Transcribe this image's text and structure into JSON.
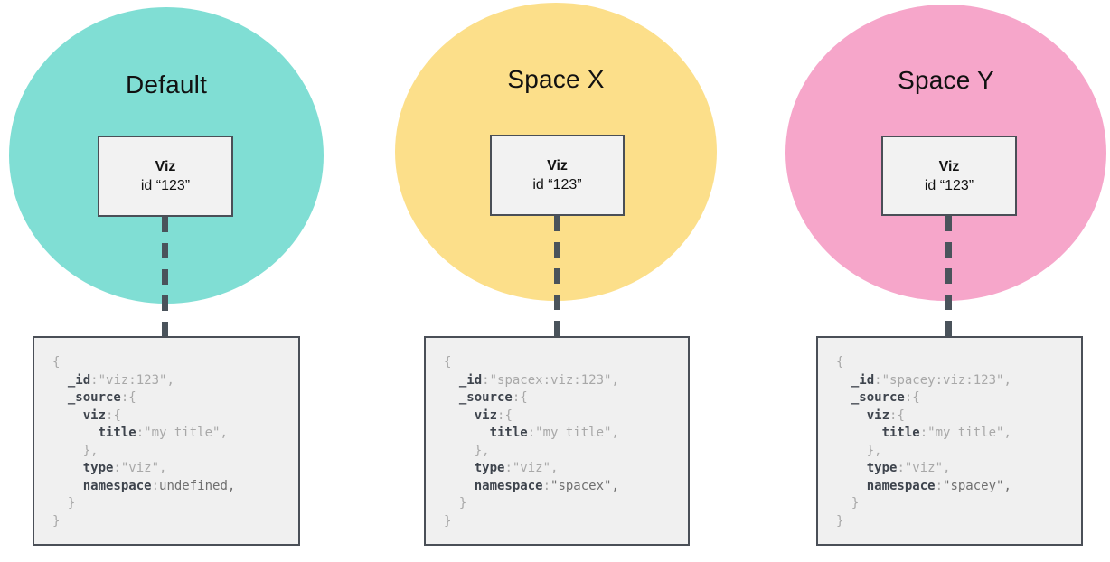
{
  "diagram": {
    "colors": {
      "connector": "#4A535B",
      "box_border": "#4A4F57",
      "code_background": "#F0F0F0",
      "code_key": "#3E444D",
      "code_plain": "#A8A8A8",
      "code_emphasis": "#6F6F6F"
    },
    "spaces": [
      {
        "name": "Default",
        "circle_color": "#80DED4",
        "viz_box": {
          "title": "Viz",
          "id_line": "id “123”"
        },
        "document": {
          "lines": [
            [
              {
                "t": "{",
                "c": "plain"
              }
            ],
            [
              {
                "t": "  ",
                "c": "plain"
              },
              {
                "t": "_id",
                "c": "key"
              },
              {
                "t": ":\"viz:123\",",
                "c": "plain"
              }
            ],
            [
              {
                "t": "  ",
                "c": "plain"
              },
              {
                "t": "_source",
                "c": "key"
              },
              {
                "t": ":{",
                "c": "plain"
              }
            ],
            [
              {
                "t": "    ",
                "c": "plain"
              },
              {
                "t": "viz",
                "c": "key"
              },
              {
                "t": ":{",
                "c": "plain"
              }
            ],
            [
              {
                "t": "      ",
                "c": "plain"
              },
              {
                "t": "title",
                "c": "key"
              },
              {
                "t": ":\"my title\",",
                "c": "plain"
              }
            ],
            [
              {
                "t": "    },",
                "c": "plain"
              }
            ],
            [
              {
                "t": "    ",
                "c": "plain"
              },
              {
                "t": "type",
                "c": "key"
              },
              {
                "t": ":\"viz\",",
                "c": "plain"
              }
            ],
            [
              {
                "t": "    ",
                "c": "plain"
              },
              {
                "t": "namespace",
                "c": "key"
              },
              {
                "t": ":",
                "c": "plain"
              },
              {
                "t": "undefined,",
                "c": "em"
              }
            ],
            [
              {
                "t": "  }",
                "c": "plain"
              }
            ],
            [
              {
                "t": "}",
                "c": "plain"
              }
            ]
          ]
        }
      },
      {
        "name": "Space X",
        "circle_color": "#FCDF8A",
        "viz_box": {
          "title": "Viz",
          "id_line": "id “123”"
        },
        "document": {
          "lines": [
            [
              {
                "t": "{",
                "c": "plain"
              }
            ],
            [
              {
                "t": "  ",
                "c": "plain"
              },
              {
                "t": "_id",
                "c": "key"
              },
              {
                "t": ":\"spacex:viz:123\",",
                "c": "plain"
              }
            ],
            [
              {
                "t": "  ",
                "c": "plain"
              },
              {
                "t": "_source",
                "c": "key"
              },
              {
                "t": ":{",
                "c": "plain"
              }
            ],
            [
              {
                "t": "    ",
                "c": "plain"
              },
              {
                "t": "viz",
                "c": "key"
              },
              {
                "t": ":{",
                "c": "plain"
              }
            ],
            [
              {
                "t": "      ",
                "c": "plain"
              },
              {
                "t": "title",
                "c": "key"
              },
              {
                "t": ":\"my title\",",
                "c": "plain"
              }
            ],
            [
              {
                "t": "    },",
                "c": "plain"
              }
            ],
            [
              {
                "t": "    ",
                "c": "plain"
              },
              {
                "t": "type",
                "c": "key"
              },
              {
                "t": ":\"viz\",",
                "c": "plain"
              }
            ],
            [
              {
                "t": "    ",
                "c": "plain"
              },
              {
                "t": "namespace",
                "c": "key"
              },
              {
                "t": ":",
                "c": "plain"
              },
              {
                "t": "\"spacex\",",
                "c": "em"
              }
            ],
            [
              {
                "t": "  }",
                "c": "plain"
              }
            ],
            [
              {
                "t": "}",
                "c": "plain"
              }
            ]
          ]
        }
      },
      {
        "name": "Space Y",
        "circle_color": "#F6A6CA",
        "viz_box": {
          "title": "Viz",
          "id_line": "id “123”"
        },
        "document": {
          "lines": [
            [
              {
                "t": "{",
                "c": "plain"
              }
            ],
            [
              {
                "t": "  ",
                "c": "plain"
              },
              {
                "t": "_id",
                "c": "key"
              },
              {
                "t": ":\"spacey:viz:123\",",
                "c": "plain"
              }
            ],
            [
              {
                "t": "  ",
                "c": "plain"
              },
              {
                "t": "_source",
                "c": "key"
              },
              {
                "t": ":{",
                "c": "plain"
              }
            ],
            [
              {
                "t": "    ",
                "c": "plain"
              },
              {
                "t": "viz",
                "c": "key"
              },
              {
                "t": ":{",
                "c": "plain"
              }
            ],
            [
              {
                "t": "      ",
                "c": "plain"
              },
              {
                "t": "title",
                "c": "key"
              },
              {
                "t": ":\"my title\",",
                "c": "plain"
              }
            ],
            [
              {
                "t": "    },",
                "c": "plain"
              }
            ],
            [
              {
                "t": "    ",
                "c": "plain"
              },
              {
                "t": "type",
                "c": "key"
              },
              {
                "t": ":\"viz\",",
                "c": "plain"
              }
            ],
            [
              {
                "t": "    ",
                "c": "plain"
              },
              {
                "t": "namespace",
                "c": "key"
              },
              {
                "t": ":",
                "c": "plain"
              },
              {
                "t": "\"spacey\",",
                "c": "em"
              }
            ],
            [
              {
                "t": "  }",
                "c": "plain"
              }
            ],
            [
              {
                "t": "}",
                "c": "plain"
              }
            ]
          ]
        }
      }
    ]
  }
}
